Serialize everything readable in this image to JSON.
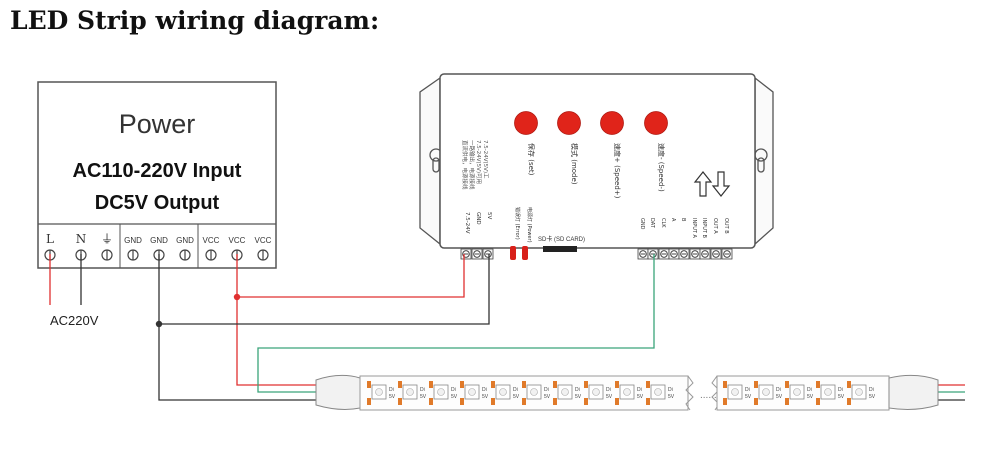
{
  "title": "LED Strip wiring diagram:",
  "power_supply": {
    "label": "Power",
    "input_label": "AC110-220V Input",
    "output_label": "DC5V Output",
    "terminals": [
      "L",
      "N",
      "⏚",
      "GND",
      "GND",
      "GND",
      "VCC",
      "VCC",
      "VCC"
    ],
    "ac_label": "AC220V"
  },
  "controller": {
    "button_labels": [
      "保存 (set)",
      "模式 (mode)",
      "速度+ (Speed+)",
      "速度- (Speed-)"
    ],
    "power_note": [
      "直流供电，电源接线",
      "一路输出，电源接线",
      "7.5-24V(5V)可用",
      "7.5-24V(5V)工"
    ],
    "power_terminals": [
      "7.5-24V",
      "GND",
      "5V"
    ],
    "indicator_labels": [
      "错误灯 (Error)",
      "电源灯 (Power)"
    ],
    "sd_label": "SD卡 (SD CARD)",
    "output_terminals": [
      "GND",
      "DAT",
      "CLK",
      "A",
      "B",
      "INPUT A",
      "INPUT B",
      "OUT A",
      "OUT B"
    ]
  },
  "strip": {
    "chip_label_top": "Di",
    "chip_label_bottom": "5V"
  },
  "colors": {
    "red_wire": "#e03030",
    "black_wire": "#333333",
    "green_wire": "#3aa57a",
    "button_red": "#e0241a",
    "strip_copper": "#e07a2a"
  }
}
